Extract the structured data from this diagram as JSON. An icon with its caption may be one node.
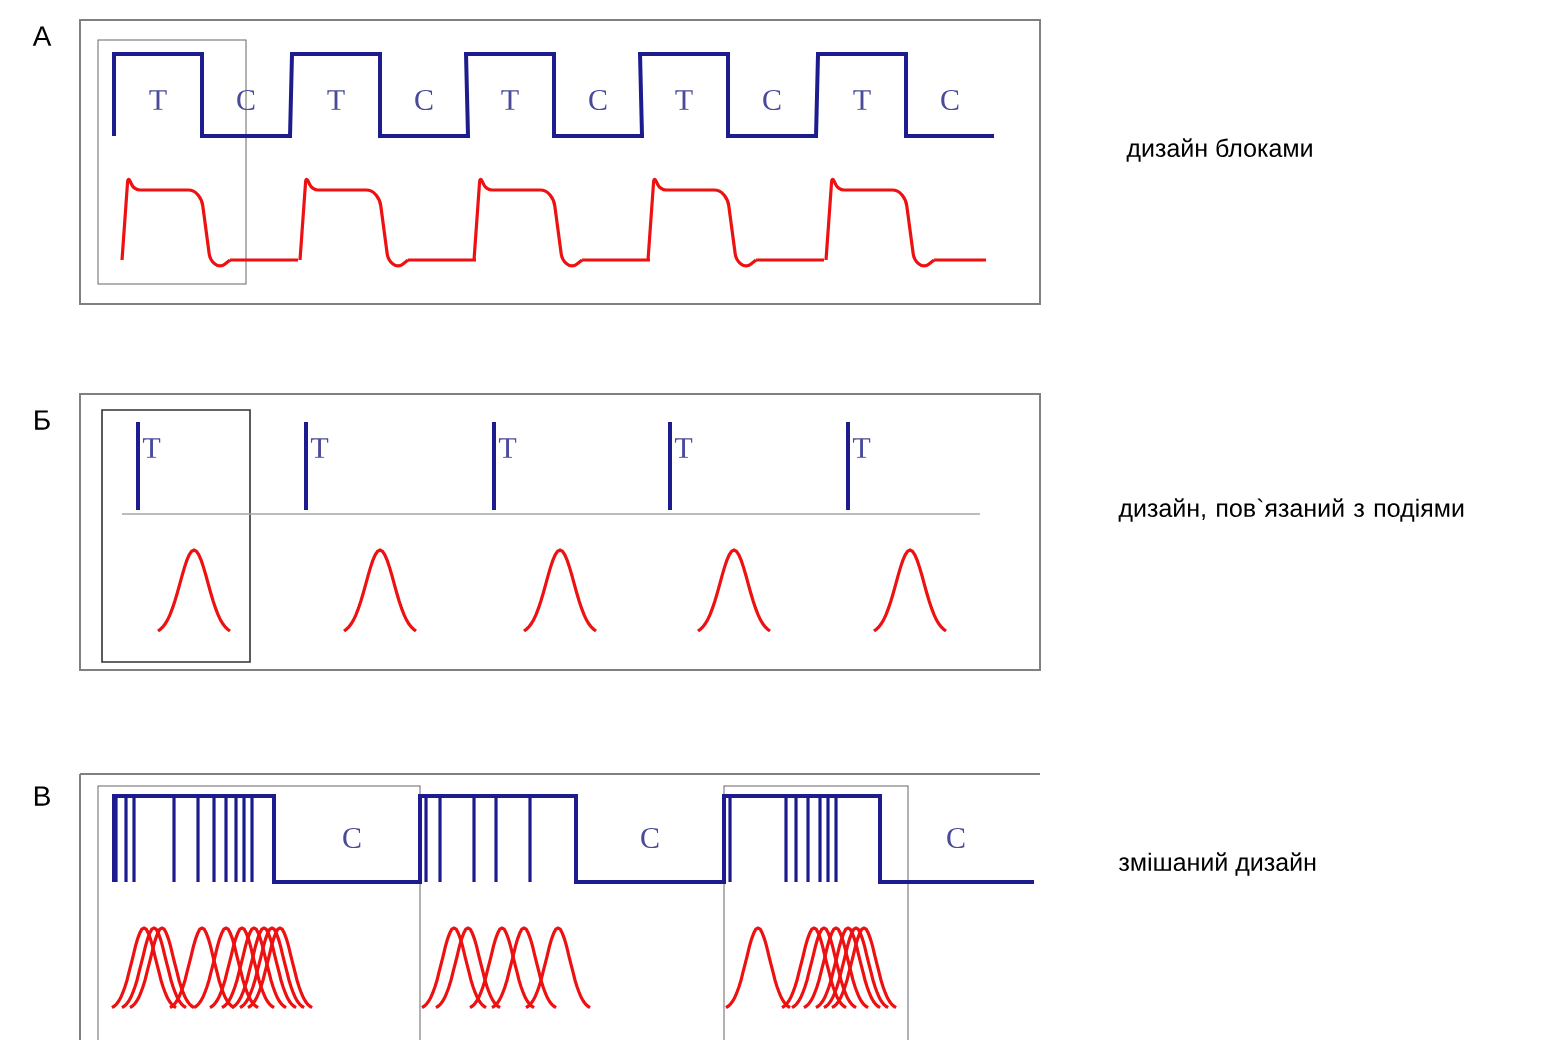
{
  "diagram": {
    "labels": [
      "А",
      "T",
      "C",
      "T",
      "C",
      "T",
      "C",
      "T",
      "C",
      "T",
      "C",
      "дизайн блоками",
      "Б",
      "T",
      "T",
      "T",
      "T",
      "T",
      "дизайн, пов`язаний з подіями",
      "В",
      "C",
      "C",
      "C",
      "змішаний дизайн"
    ]
  }
}
